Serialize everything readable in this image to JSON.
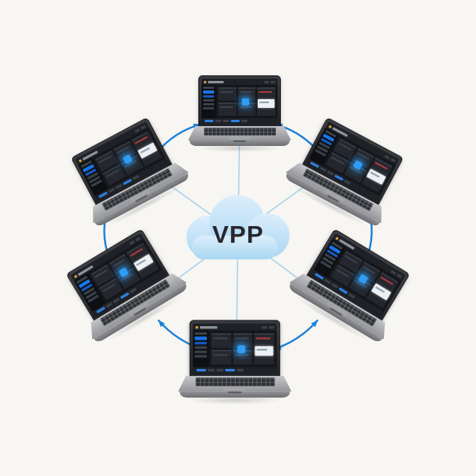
{
  "diagram": {
    "type": "vpp-network-topology",
    "cloud": {
      "label": "VPP"
    },
    "colors": {
      "background": "#f7f6f2",
      "cloud_top": "#dceefb",
      "cloud_bottom": "#a9d6f2",
      "cloud_text": "#26262c",
      "ring_arrow": "#1d80d8",
      "spoke": "#a5d1ec",
      "laptop_accent": "#1a74e8"
    },
    "nodes": [
      {
        "id": "laptop-top",
        "position": "top"
      },
      {
        "id": "laptop-top-right",
        "position": "top-right"
      },
      {
        "id": "laptop-bottom-right",
        "position": "bottom-right"
      },
      {
        "id": "laptop-bottom",
        "position": "bottom"
      },
      {
        "id": "laptop-bottom-left",
        "position": "bottom-left"
      },
      {
        "id": "laptop-top-left",
        "position": "top-left"
      }
    ],
    "links": {
      "ring_arrows_bidirectional": true,
      "cloud_spokes": 6
    }
  }
}
